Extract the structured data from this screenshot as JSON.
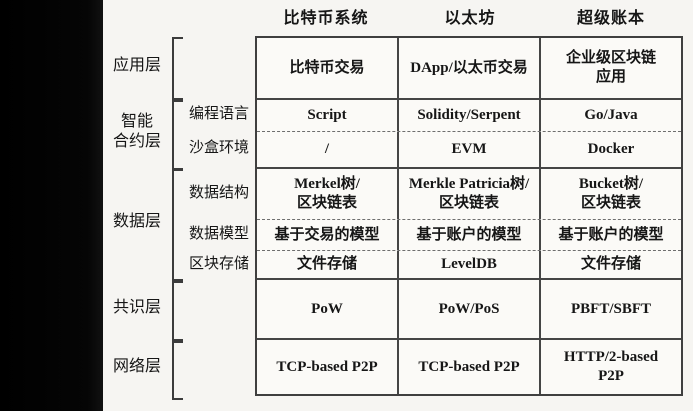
{
  "columns": [
    "比特币系统",
    "以太坊",
    "超级账本"
  ],
  "layers": [
    {
      "label": "应用层",
      "rows": [
        {
          "sublabel": "",
          "cells": [
            "比特币交易",
            "DApp/以太币交易",
            "企业级区块链\n应用"
          ]
        }
      ]
    },
    {
      "label": "智能\n合约层",
      "rows": [
        {
          "sublabel": "编程语言",
          "cells": [
            "Script",
            "Solidity/Serpent",
            "Go/Java"
          ]
        },
        {
          "sublabel": "沙盒环境",
          "cells": [
            "/",
            "EVM",
            "Docker"
          ]
        }
      ]
    },
    {
      "label": "数据层",
      "rows": [
        {
          "sublabel": "数据结构",
          "cells": [
            "Merkel树/\n区块链表",
            "Merkle Patricia树/\n区块链表",
            "Bucket树/\n区块链表"
          ]
        },
        {
          "sublabel": "数据模型",
          "cells": [
            "基于交易的模型",
            "基于账户的模型",
            "基于账户的模型"
          ]
        },
        {
          "sublabel": "区块存储",
          "cells": [
            "文件存储",
            "LevelDB",
            "文件存储"
          ]
        }
      ]
    },
    {
      "label": "共识层",
      "rows": [
        {
          "sublabel": "",
          "cells": [
            "PoW",
            "PoW/PoS",
            "PBFT/SBFT"
          ]
        }
      ]
    },
    {
      "label": "网络层",
      "rows": [
        {
          "sublabel": "",
          "cells": [
            "TCP-based P2P",
            "TCP-based P2P",
            "HTTP/2-based\nP2P"
          ]
        }
      ]
    }
  ],
  "colors": {
    "letterbox_band": "#000000",
    "page_background": "#f6f5f2",
    "table_background": "#fbfaf7",
    "border": "#3f3f3f",
    "text": "#161616"
  },
  "chart_data": {
    "type": "table",
    "title": "",
    "column_headers": [
      "比特币系统",
      "以太坊",
      "超级账本"
    ],
    "row_groups": [
      "应用层",
      "智能合约层",
      "数据层",
      "共识层",
      "网络层"
    ],
    "rows": [
      [
        "应用层",
        "",
        "比特币交易",
        "DApp/以太币交易",
        "企业级区块链应用"
      ],
      [
        "智能合约层",
        "编程语言",
        "Script",
        "Solidity/Serpent",
        "Go/Java"
      ],
      [
        "智能合约层",
        "沙盒环境",
        "/",
        "EVM",
        "Docker"
      ],
      [
        "数据层",
        "数据结构",
        "Merkel树/区块链表",
        "Merkle Patricia树/区块链表",
        "Bucket树/区块链表"
      ],
      [
        "数据层",
        "数据模型",
        "基于交易的模型",
        "基于账户的模型",
        "基于账户的模型"
      ],
      [
        "数据层",
        "区块存储",
        "文件存储",
        "LevelDB",
        "文件存储"
      ],
      [
        "共识层",
        "",
        "PoW",
        "PoW/PoS",
        "PBFT/SBFT"
      ],
      [
        "网络层",
        "",
        "TCP-based P2P",
        "TCP-based P2P",
        "HTTP/2-based P2P"
      ]
    ]
  }
}
